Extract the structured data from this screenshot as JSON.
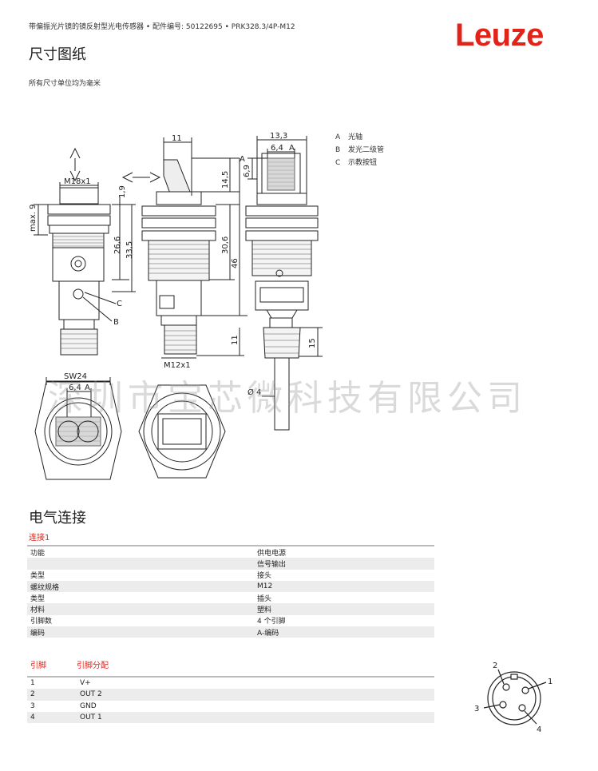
{
  "header": {
    "subtitle": "带偏振光片镜的镜反射型光电传感器 • 配件编号: 50122695 • PRK328.3/4P-M12",
    "logo": "Leuze",
    "section_title": "尺寸图纸",
    "unit_note": "所有尺寸单位均为毫米"
  },
  "legend": [
    {
      "key": "A",
      "label": "光轴"
    },
    {
      "key": "B",
      "label": "发光二级管"
    },
    {
      "key": "C",
      "label": "示教按钮"
    }
  ],
  "dimensions": {
    "m18": "M18x1",
    "max9": "max. 9",
    "d19": "1,9",
    "d266": "26,6",
    "d335": "33,5",
    "d11top": "11",
    "d145": "14,5",
    "d306": "30,6",
    "d46": "46",
    "d11bot": "11",
    "m12": "M12x1",
    "d133": "13,3",
    "d64a": "6,4",
    "a": "A",
    "d69": "6,9",
    "d15": "15",
    "d4": "Ø 4",
    "c": "C",
    "b": "B",
    "sw24": "SW24",
    "d64b": "6,4"
  },
  "watermark": "深圳市宝芯微科技有限公司",
  "electrical": {
    "section_title": "电气连接",
    "connection_title": "连接1",
    "rows": [
      {
        "label": "功能",
        "value": "供电电源"
      },
      {
        "label": "",
        "value": "信号输出"
      },
      {
        "label": "类型",
        "value": "接头"
      },
      {
        "label": "螺纹规格",
        "value": "M12"
      },
      {
        "label": "类型",
        "value": "插头"
      },
      {
        "label": "材料",
        "value": "塑料"
      },
      {
        "label": "引脚数",
        "value": "4 个引脚"
      },
      {
        "label": "编码",
        "value": "A-编码"
      }
    ]
  },
  "pins": {
    "header_pin": "引脚",
    "header_assign": "引脚分配",
    "rows": [
      {
        "pin": "1",
        "assign": "V+"
      },
      {
        "pin": "2",
        "assign": "OUT 2"
      },
      {
        "pin": "3",
        "assign": "GND"
      },
      {
        "pin": "4",
        "assign": "OUT 1"
      }
    ]
  },
  "pin_diagram": {
    "p1": "1",
    "p2": "2",
    "p3": "3",
    "p4": "4"
  }
}
